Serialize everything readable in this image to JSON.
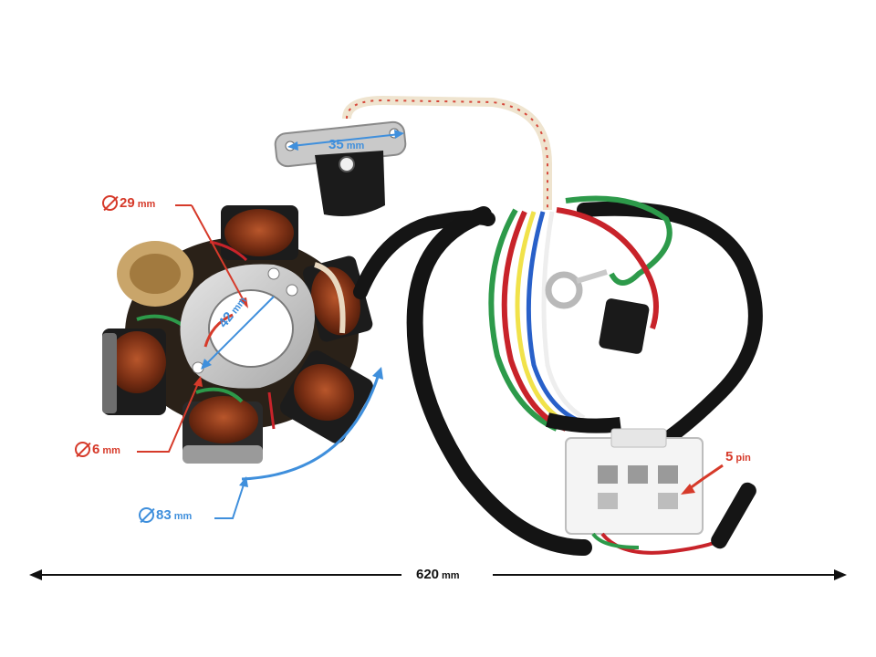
{
  "dimensions": {
    "inner_diameter": {
      "value": "29",
      "unit": "mm"
    },
    "bore_diameter": {
      "value": "42",
      "unit": "mm"
    },
    "hole_diameter": {
      "value": "6",
      "unit": "mm"
    },
    "outer_diameter": {
      "value": "83",
      "unit": "mm"
    },
    "pickup_spacing": {
      "value": "35",
      "unit": "mm"
    },
    "connector_pins": {
      "value": "5",
      "unit": "pin"
    },
    "total_length": {
      "value": "620",
      "unit": "mm"
    }
  },
  "colors": {
    "accent_red": "#d63a2a",
    "accent_blue": "#3f8fdc",
    "coil_copper": "#8b3a1c",
    "wire_black": "#1a1a1a"
  },
  "icons": [
    "diameter-icon"
  ]
}
